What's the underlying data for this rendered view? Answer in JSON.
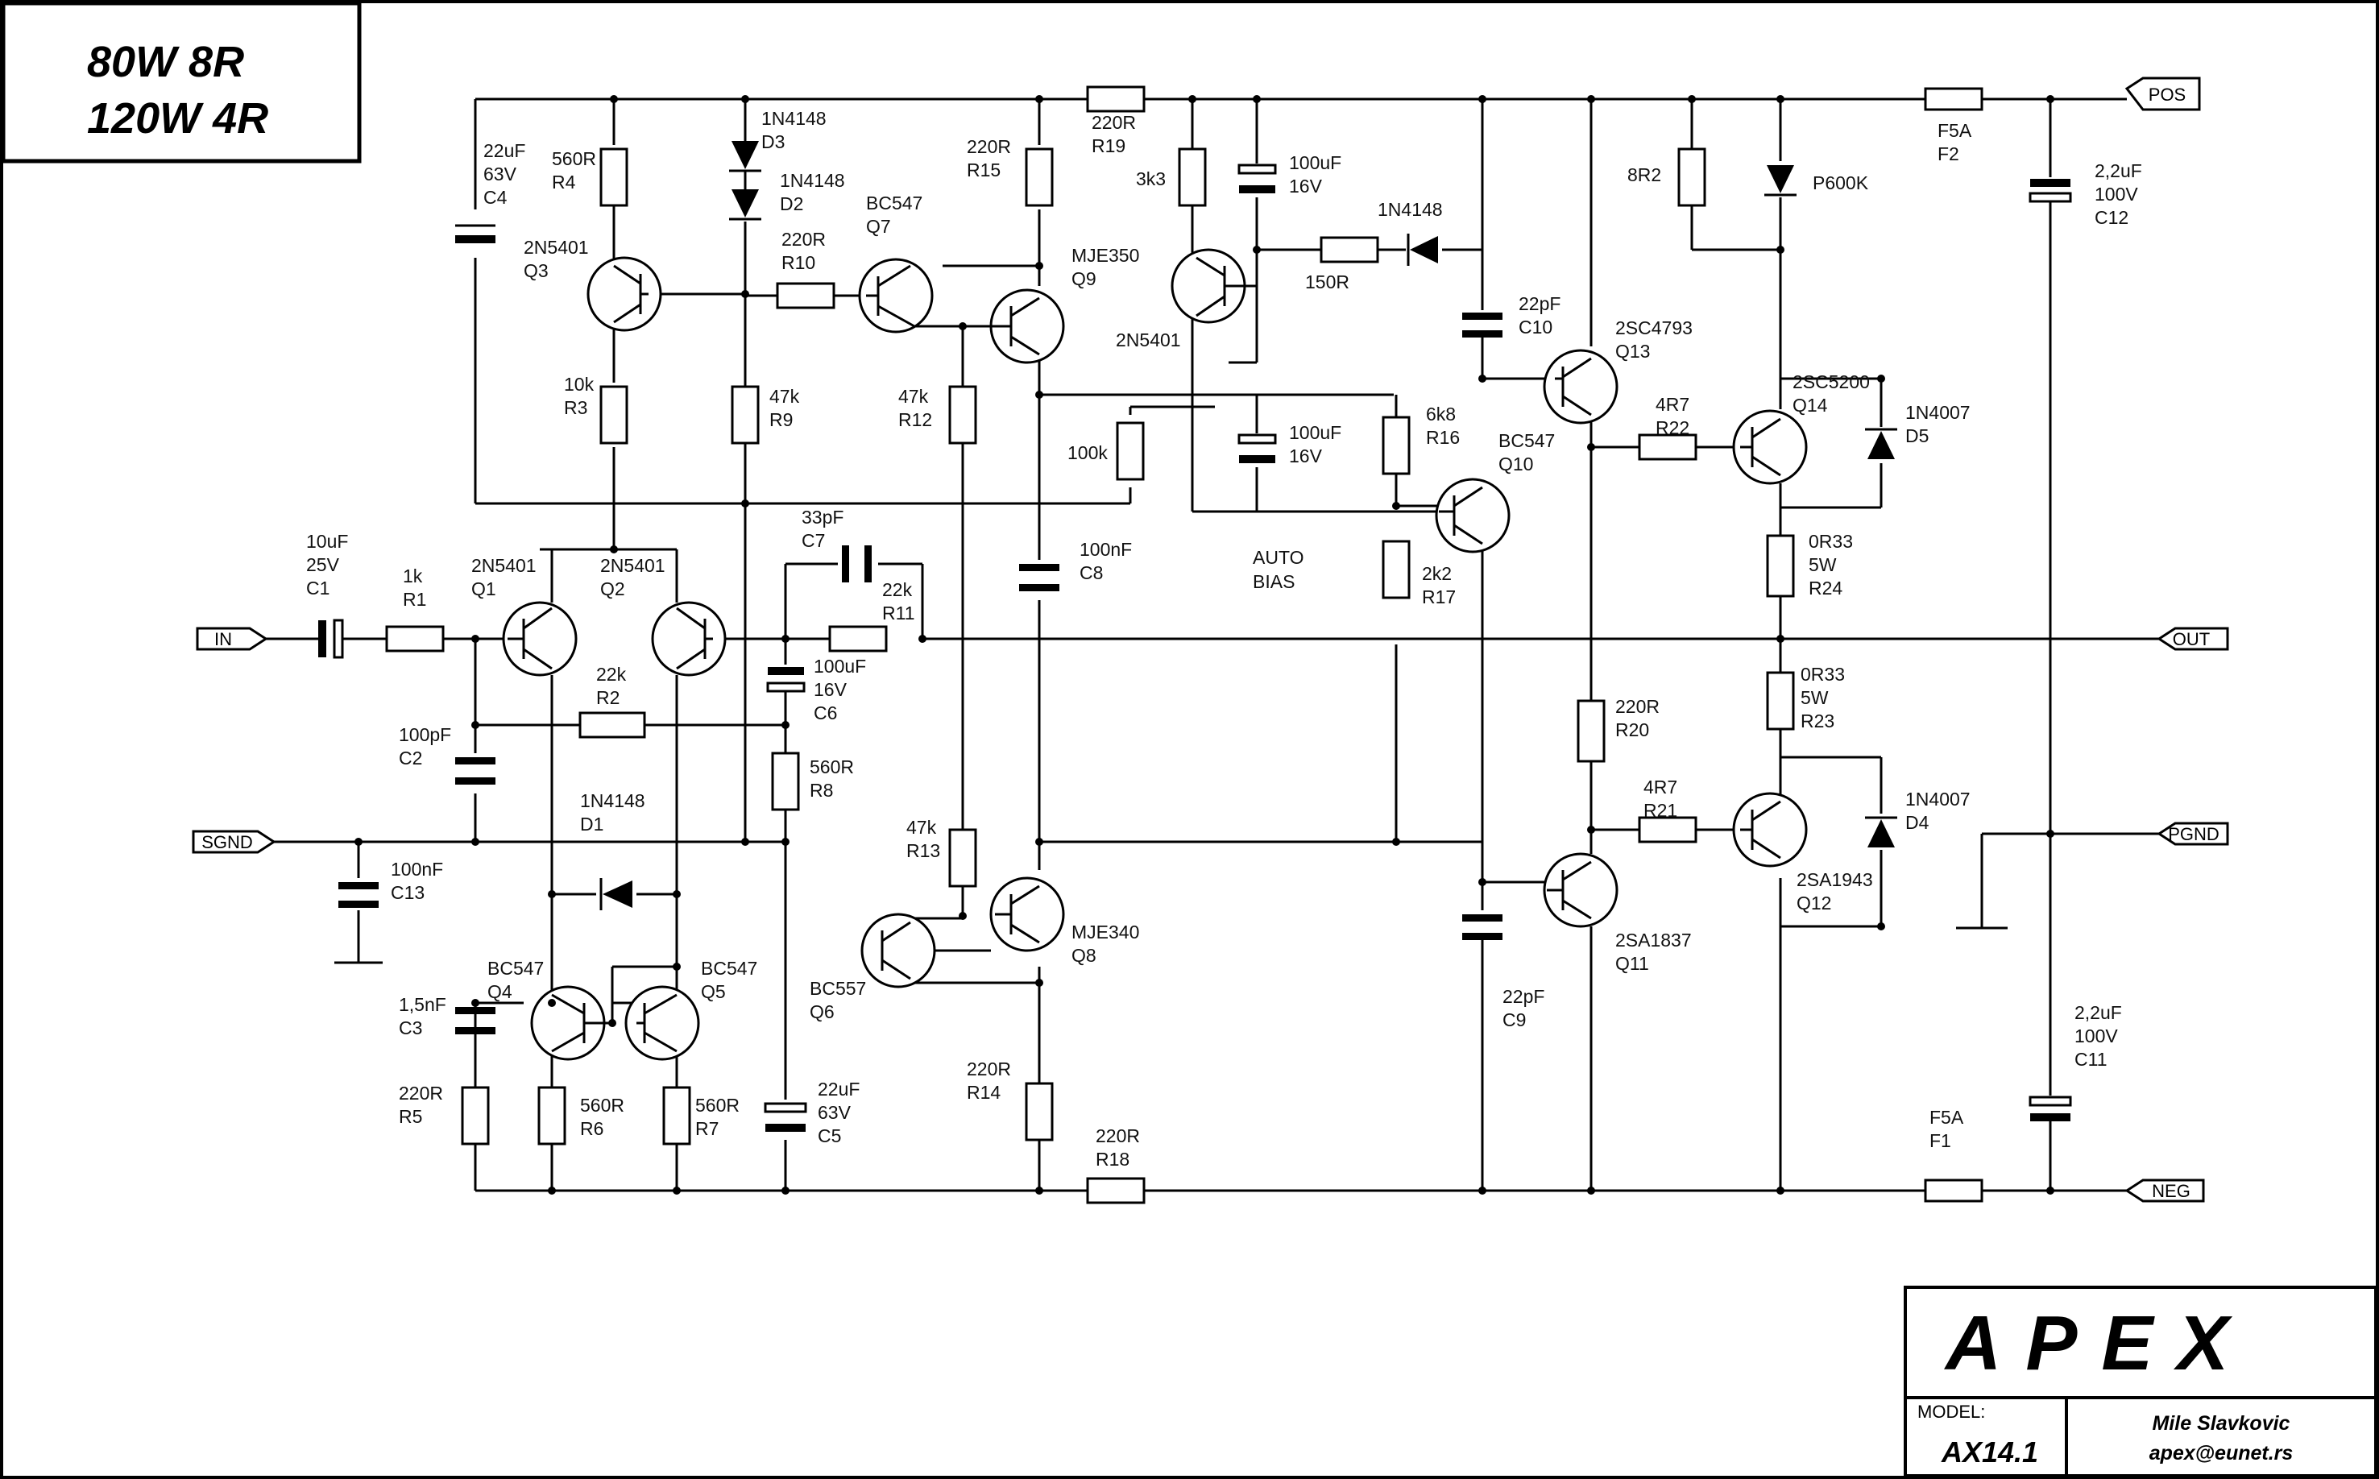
{
  "title": {
    "line1": "80W 8R",
    "line2": "120W 4R"
  },
  "ports": {
    "in": "IN",
    "sgnd": "SGND",
    "pos": "POS",
    "out": "OUT",
    "pgnd": "PGND",
    "neg": "NEG"
  },
  "title_block": {
    "logo": "APEX",
    "model_label": "MODEL:",
    "model": "AX14.1",
    "author": "Mile Slavkovic",
    "email": "apex@eunet.rs"
  },
  "notes": {
    "auto_bias": [
      "AUTO",
      "BIAS"
    ]
  },
  "components": [
    {
      "id": "C4",
      "lines": [
        "22uF",
        "63V",
        "C4"
      ]
    },
    {
      "id": "R4",
      "lines": [
        "560R",
        "R4"
      ]
    },
    {
      "id": "D3",
      "lines": [
        "1N4148",
        "D3"
      ]
    },
    {
      "id": "D2",
      "lines": [
        "1N4148",
        "D2"
      ]
    },
    {
      "id": "R15",
      "lines": [
        "220R",
        "R15"
      ]
    },
    {
      "id": "R19",
      "lines": [
        "220R",
        "R19"
      ]
    },
    {
      "id": "R_3k3",
      "lines": [
        "3k3"
      ]
    },
    {
      "id": "C_100u_a",
      "lines": [
        "100uF",
        "16V"
      ]
    },
    {
      "id": "D_1n4148_b",
      "lines": [
        "1N4148"
      ]
    },
    {
      "id": "R_150",
      "lines": [
        "150R"
      ]
    },
    {
      "id": "R8R2",
      "lines": [
        "8R2"
      ]
    },
    {
      "id": "P600K",
      "lines": [
        "P600K"
      ]
    },
    {
      "id": "F2",
      "lines": [
        "F5A",
        "F2"
      ]
    },
    {
      "id": "C12",
      "lines": [
        "2,2uF",
        "100V",
        "C12"
      ]
    },
    {
      "id": "Q3",
      "lines": [
        "2N5401",
        "Q3"
      ]
    },
    {
      "id": "R10",
      "lines": [
        "220R",
        "R10"
      ]
    },
    {
      "id": "Q7",
      "lines": [
        "BC547",
        "Q7"
      ]
    },
    {
      "id": "Q9",
      "lines": [
        "MJE350",
        "Q9"
      ]
    },
    {
      "id": "Q_2n5401_c",
      "lines": [
        "2N5401"
      ]
    },
    {
      "id": "C10",
      "lines": [
        "22pF",
        "C10"
      ]
    },
    {
      "id": "Q13",
      "lines": [
        "2SC4793",
        "Q13"
      ]
    },
    {
      "id": "Q14",
      "lines": [
        "2SC5200",
        "Q14"
      ]
    },
    {
      "id": "D5",
      "lines": [
        "1N4007",
        "D5"
      ]
    },
    {
      "id": "R3",
      "lines": [
        "10k",
        "R3"
      ]
    },
    {
      "id": "R9",
      "lines": [
        "47k",
        "R9"
      ]
    },
    {
      "id": "R12",
      "lines": [
        "47k",
        "R12"
      ]
    },
    {
      "id": "R_100k",
      "lines": [
        "100k"
      ]
    },
    {
      "id": "C_100u_b",
      "lines": [
        "100uF",
        "16V"
      ]
    },
    {
      "id": "R16",
      "lines": [
        "6k8",
        "R16"
      ]
    },
    {
      "id": "Q10",
      "lines": [
        "BC547",
        "Q10"
      ]
    },
    {
      "id": "R22",
      "lines": [
        "4R7",
        "R22"
      ]
    },
    {
      "id": "R24",
      "lines": [
        "0R33",
        "5W",
        "R24"
      ]
    },
    {
      "id": "C7",
      "lines": [
        "33pF",
        "C7"
      ]
    },
    {
      "id": "C8",
      "lines": [
        "100nF",
        "C8"
      ]
    },
    {
      "id": "R17",
      "lines": [
        "2k2",
        "R17"
      ]
    },
    {
      "id": "C1",
      "lines": [
        "10uF",
        "25V",
        "C1"
      ]
    },
    {
      "id": "R1",
      "lines": [
        "1k",
        "R1"
      ]
    },
    {
      "id": "Q1",
      "lines": [
        "2N5401",
        "Q1"
      ]
    },
    {
      "id": "Q2",
      "lines": [
        "2N5401",
        "Q2"
      ]
    },
    {
      "id": "R11",
      "lines": [
        "22k",
        "R11"
      ]
    },
    {
      "id": "C6",
      "lines": [
        "100uF",
        "16V",
        "C6"
      ]
    },
    {
      "id": "R2",
      "lines": [
        "22k",
        "R2"
      ]
    },
    {
      "id": "C2",
      "lines": [
        "100pF",
        "C2"
      ]
    },
    {
      "id": "R8",
      "lines": [
        "560R",
        "R8"
      ]
    },
    {
      "id": "R23",
      "lines": [
        "0R33",
        "5W",
        "R23"
      ]
    },
    {
      "id": "R20",
      "lines": [
        "220R",
        "R20"
      ]
    },
    {
      "id": "R21",
      "lines": [
        "4R7",
        "R21"
      ]
    },
    {
      "id": "D4",
      "lines": [
        "1N4007",
        "D4"
      ]
    },
    {
      "id": "D1",
      "lines": [
        "1N4148",
        "D1"
      ]
    },
    {
      "id": "C13",
      "lines": [
        "100nF",
        "C13"
      ]
    },
    {
      "id": "R13",
      "lines": [
        "47k",
        "R13"
      ]
    },
    {
      "id": "Q8",
      "lines": [
        "MJE340",
        "Q8"
      ]
    },
    {
      "id": "Q11",
      "lines": [
        "2SA1837",
        "Q11"
      ]
    },
    {
      "id": "Q12",
      "lines": [
        "2SA1943",
        "Q12"
      ]
    },
    {
      "id": "Q4",
      "lines": [
        "BC547",
        "Q4"
      ]
    },
    {
      "id": "Q5",
      "lines": [
        "BC547",
        "Q5"
      ]
    },
    {
      "id": "Q6",
      "lines": [
        "BC557",
        "Q6"
      ]
    },
    {
      "id": "C9",
      "lines": [
        "22pF",
        "C9"
      ]
    },
    {
      "id": "C3",
      "lines": [
        "1,5nF",
        "C3"
      ]
    },
    {
      "id": "R5",
      "lines": [
        "220R",
        "R5"
      ]
    },
    {
      "id": "R6",
      "lines": [
        "560R",
        "R6"
      ]
    },
    {
      "id": "R7",
      "lines": [
        "560R",
        "R7"
      ]
    },
    {
      "id": "C5",
      "lines": [
        "22uF",
        "63V",
        "C5"
      ]
    },
    {
      "id": "R14",
      "lines": [
        "220R",
        "R14"
      ]
    },
    {
      "id": "C11",
      "lines": [
        "2,2uF",
        "100V",
        "C11"
      ]
    },
    {
      "id": "R18",
      "lines": [
        "220R",
        "R18"
      ]
    },
    {
      "id": "F1",
      "lines": [
        "F5A",
        "F1"
      ]
    }
  ]
}
